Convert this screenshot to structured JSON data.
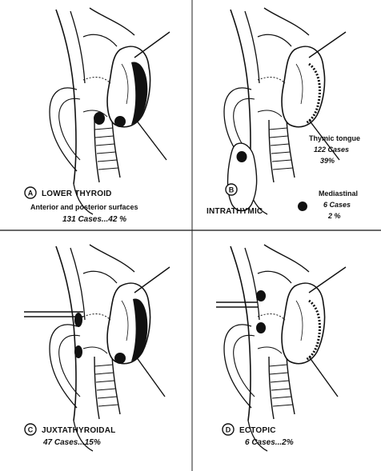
{
  "colors": {
    "ink": "#111111",
    "background": "#ffffff"
  },
  "panels": {
    "a": {
      "letter": "A",
      "title": "LOWER THYROID",
      "subtitle": "Anterior and posterior surfaces",
      "stats": "131 Cases...42 %"
    },
    "b": {
      "letter": "B",
      "title": "INTRATHYMIC",
      "tongue_label": "Thymic tongue",
      "tongue_cases": "122 Cases",
      "tongue_percent": "39%",
      "mediastinal_label": "Mediastinal",
      "mediastinal_cases": "6 Cases",
      "mediastinal_percent": "2 %"
    },
    "c": {
      "letter": "C",
      "title": "JUXTATHYROIDAL",
      "stats": "47 Cases...15%"
    },
    "d": {
      "letter": "D",
      "title": "ECTOPIC",
      "stats": "6 Cases...2%"
    }
  }
}
